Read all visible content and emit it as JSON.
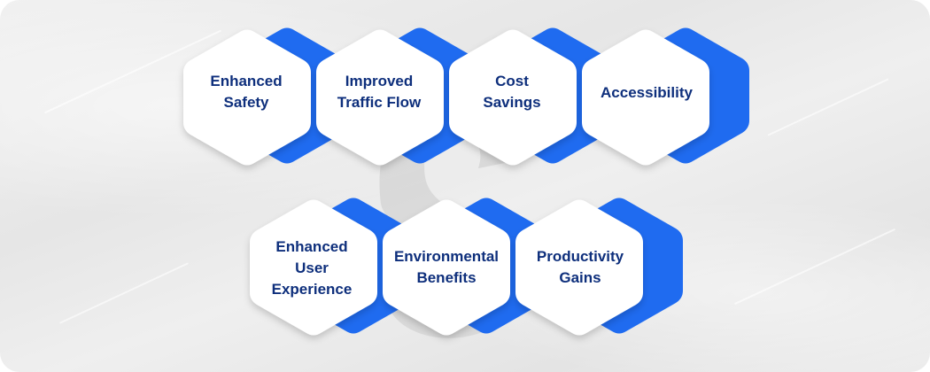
{
  "diagram": {
    "title": "",
    "colors": {
      "background": "#e9e9e9",
      "hex_fill": "#ffffff",
      "hex_accent": "#1f6bf0",
      "text": "#0e2f7c",
      "watermark": "#d4d4d4"
    },
    "rows": [
      {
        "items": [
          {
            "label": "Enhanced\nSafety"
          },
          {
            "label": "Improved\nTraffic Flow"
          },
          {
            "label": "Cost\nSavings"
          },
          {
            "label": "Accessibility"
          }
        ]
      },
      {
        "items": [
          {
            "label": "Enhanced\nUser\nExperience"
          },
          {
            "label": "Environmental\nBenefits"
          },
          {
            "label": "Productivity\nGains"
          }
        ]
      }
    ],
    "watermark_icon": "swirl-logo-icon"
  }
}
